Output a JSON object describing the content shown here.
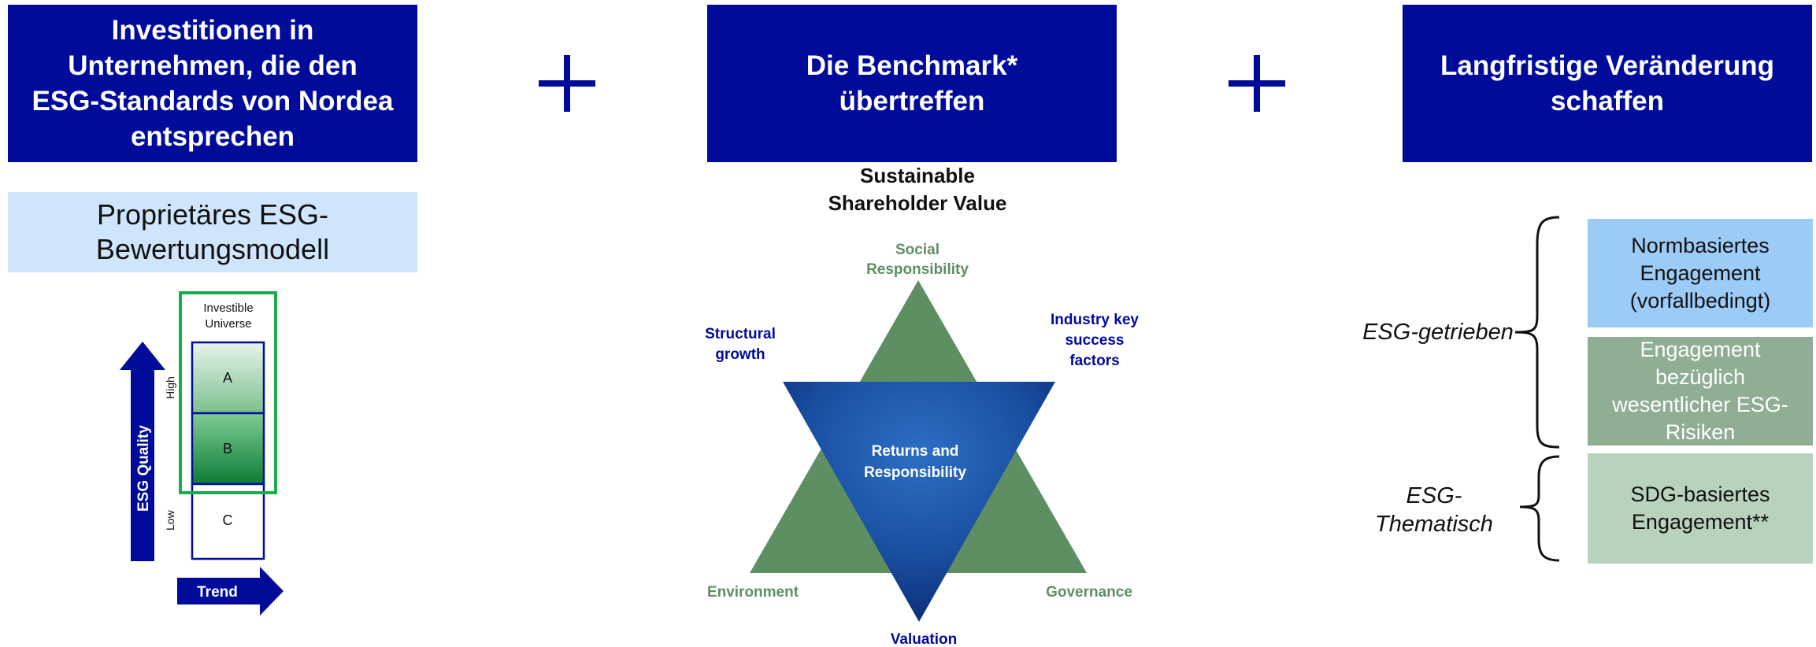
{
  "header_boxes": [
    {
      "title": "Investitionen in Unternehmen, die den ESG-Standards von Nordea entsprechen"
    },
    {
      "title": "Die Benchmark* übertreffen"
    },
    {
      "title": "Langfristige Veränderung schaffen"
    }
  ],
  "plus_sign": "+",
  "left_panel": {
    "model_title": "Proprietäres ESG-Bewertungsmodell",
    "investible_universe_label": "Investible Universe",
    "grades": [
      "A",
      "B",
      "C"
    ],
    "y_axis_label": "ESG Quality",
    "high_label": "High",
    "low_label": "Low",
    "trend_label": "Trend"
  },
  "middle_panel": {
    "title_line1": "Sustainable",
    "title_line2": "Shareholder Value",
    "top_label_line1": "Social",
    "top_label_line2": "Responsibility",
    "left_label_line1": "Structural",
    "left_label_line2": "growth",
    "right_label_line1": "Industry key",
    "right_label_line2": "success",
    "right_label_line3": "factors",
    "center_label_line1": "Returns and",
    "center_label_line2": "Responsibility",
    "bottom_left_label": "Environment",
    "bottom_right_label": "Governance",
    "bottom_label": "Valuation",
    "colors": {
      "green_triangle": "#5e8f63",
      "blue_triangle": "#1a4fa0",
      "navy_text": "#000b9a"
    }
  },
  "right_panel": {
    "group1_label": "ESG-getrieben",
    "group2_label_line1": "ESG-",
    "group2_label_line2": "Thematisch",
    "boxes": [
      {
        "text": "Normbasiertes Engagement (vorfallbedingt)",
        "color": "#9ccbf6"
      },
      {
        "text": "Engagement bezüglich wesentlicher ESG-Risiken",
        "color": "#8fae94"
      },
      {
        "text": "SDG-basiertes Engagement**",
        "color": "#b8d2bc"
      }
    ]
  },
  "colors": {
    "header_bg": "#000b9a",
    "header_text": "#ffffff",
    "model_box_bg": "#cfe5fb"
  }
}
